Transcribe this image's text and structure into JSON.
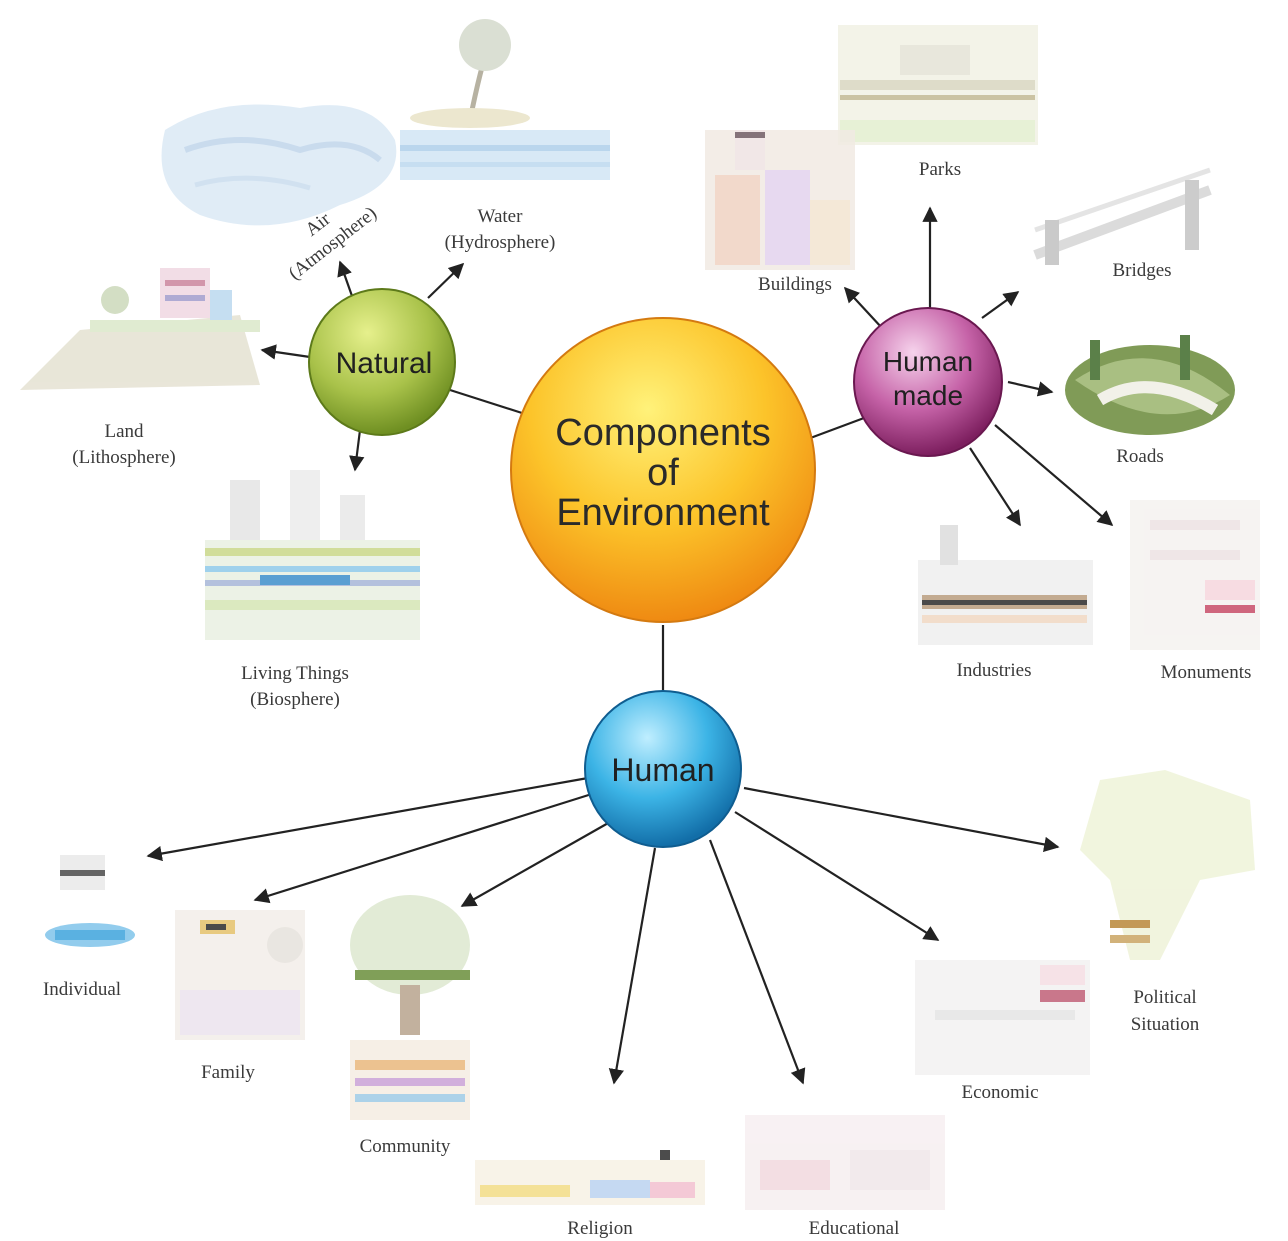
{
  "center": {
    "lines": [
      "Components",
      "of",
      "Environment"
    ],
    "color": "#f7b320"
  },
  "natural": {
    "label": "Natural",
    "color": "#9bb83a",
    "items": {
      "air": [
        "Air",
        "(Atmosphere)"
      ],
      "water": [
        "Water",
        "(Hydrosphere)"
      ],
      "land": [
        "Land",
        "(Lithosphere)"
      ],
      "living": [
        "Living Things",
        "(Biosphere)"
      ]
    }
  },
  "human_made": {
    "lines": [
      "Human",
      "made"
    ],
    "color": "#a8327f",
    "items": {
      "parks": "Parks",
      "buildings": "Buildings",
      "bridges": "Bridges",
      "roads": "Roads",
      "industries": "Industries",
      "monuments": "Monuments"
    }
  },
  "human": {
    "label": "Human",
    "color": "#2a9ed8",
    "items": {
      "individual": "Individual",
      "family": "Family",
      "community": "Community",
      "religion": "Religion",
      "educational": "Educational",
      "economic": "Economic",
      "political": [
        "Political",
        "Situation"
      ]
    }
  },
  "icons": [
    "air-icon",
    "water-icon",
    "land-icon",
    "living-things-icon",
    "parks-icon",
    "buildings-icon",
    "bridges-icon",
    "roads-icon",
    "industries-icon",
    "monuments-icon",
    "individual-icon",
    "family-icon",
    "community-icon",
    "religion-icon",
    "educational-icon",
    "economic-icon",
    "political-map-icon"
  ]
}
